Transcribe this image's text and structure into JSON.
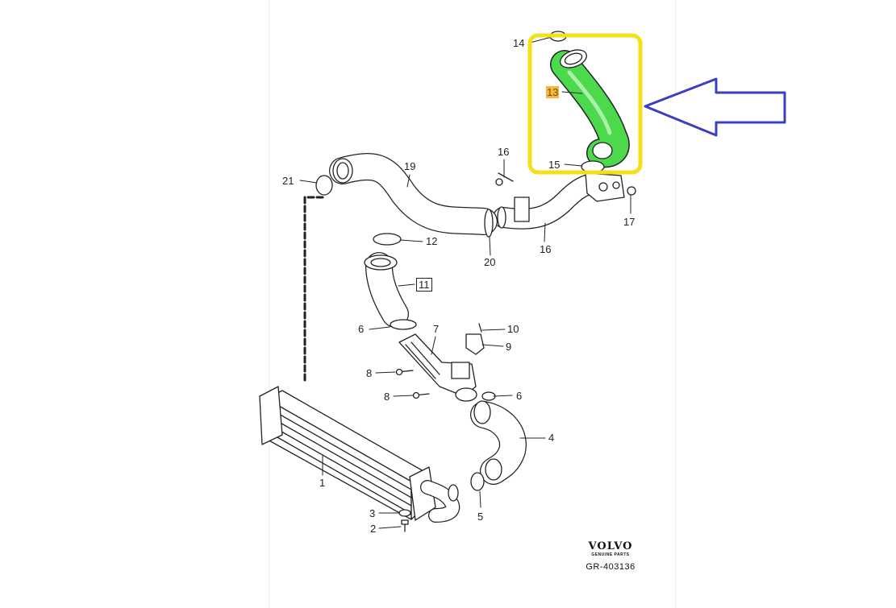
{
  "labels": {
    "p1": "1",
    "p2": "2",
    "p3": "3",
    "p4": "4",
    "p5": "5",
    "p6a": "6",
    "p6b": "6",
    "p7": "7",
    "p8a": "8",
    "p8b": "8",
    "p9": "9",
    "p10": "10",
    "p11": "11",
    "p12": "12",
    "p13": "13",
    "p14": "14",
    "p15": "15",
    "p16a": "16",
    "p16b": "16",
    "p17": "17",
    "p19": "19",
    "p20": "20",
    "p21": "21"
  },
  "brand": {
    "logo": "VOLVO",
    "subtitle": "GENUINE PARTS",
    "code": "GR-403136"
  },
  "colors": {
    "highlight_part": "#4cd94c",
    "highlight_box": "#f4e01a",
    "arrow": "#3a3fc0",
    "label_highlight": "#f5b840",
    "line": "#222222"
  }
}
